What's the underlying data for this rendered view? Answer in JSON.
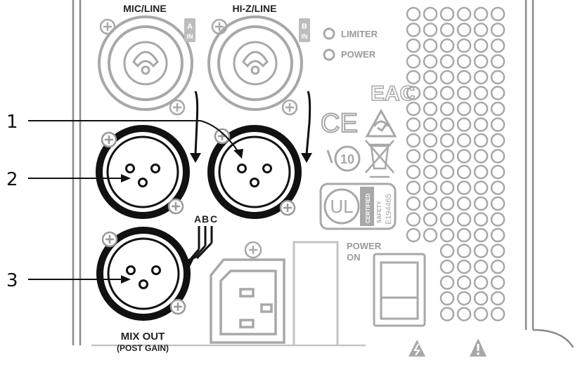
{
  "labels": {
    "input_a_title": "MIC/LINE",
    "input_b_title": "HI-Z/LINE",
    "input_a_badge_top": "A",
    "input_a_badge_bottom": "IN",
    "input_b_badge_top": "B",
    "input_b_badge_bottom": "IN",
    "limiter": "LIMITER",
    "power": "POWER",
    "power_on_line1": "POWER",
    "power_on_line2": "ON",
    "mix_out_title": "MIX OUT",
    "mix_out_subtitle": "(POST GAIN)",
    "abc_a": "A",
    "abc_b": "B",
    "abc_c": "C"
  },
  "certifications": {
    "eac": "EAC",
    "ce": "CE",
    "epa_years": "10",
    "ul_mark": "UL",
    "ul_text1": "CERTIFIED",
    "ul_text2": "SAFETY",
    "ul_file": "E194465"
  },
  "callouts": [
    {
      "number": "1"
    },
    {
      "number": "2"
    },
    {
      "number": "3"
    }
  ],
  "colors": {
    "ink": "#111111",
    "grey": "#a8a8a8",
    "light_grey": "#c4c4c4"
  }
}
